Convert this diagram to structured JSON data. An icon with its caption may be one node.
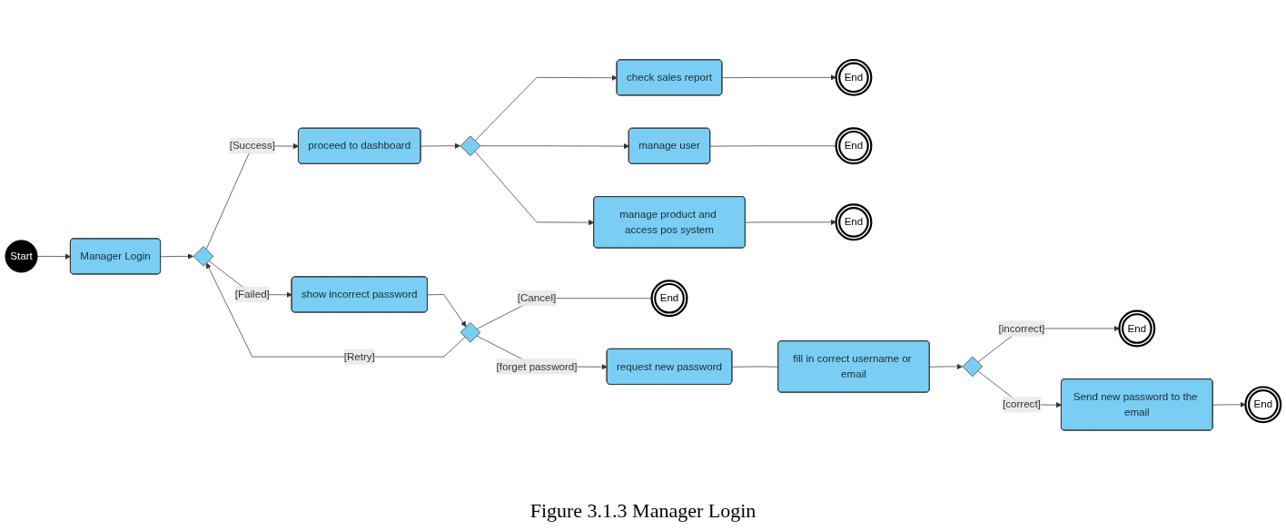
{
  "diagram": {
    "caption": "Figure 3.1.3 Manager Login",
    "nodes": [
      {
        "text": [
          "End"
        ]
      },
      {
        "text": [
          "Start"
        ]
      },
      {
        "text": [
          "manage user"
        ]
      },
      {
        "text": [
          "Manager Login"
        ]
      },
      {
        "text": [
          "End"
        ]
      },
      {
        "text": [
          "check sales report"
        ]
      },
      {
        "text": [],
        "shape": "diamond"
      },
      {
        "text": [
          "proceed to dashboard"
        ]
      },
      {
        "text": [],
        "shape": "diamond"
      },
      {
        "text": [
          "show incorrect password"
        ]
      },
      {
        "text": [],
        "shape": "diamond"
      },
      {
        "text": [
          "request new password"
        ]
      },
      {
        "text": [
          "fill in correct username or email"
        ]
      },
      {
        "text": [
          "End"
        ]
      },
      {
        "text": [
          "manage product and access pos system"
        ]
      },
      {
        "text": [
          "End"
        ]
      },
      {
        "text": [
          "End"
        ]
      },
      {
        "text": [],
        "shape": "diamond"
      },
      {
        "text": [
          "Send new password to the email"
        ]
      },
      {
        "text": [
          "End"
        ]
      }
    ],
    "edges": [
      {
        "from": 1,
        "to": 3,
        "arrow": "to"
      },
      {
        "from": 3,
        "to": 8,
        "arrow": "to"
      },
      {
        "from": 8,
        "to": 7,
        "arrow": "to",
        "label": "[Success]"
      },
      {
        "from": 8,
        "to": 9,
        "arrow": "to",
        "label": "[Failed]"
      },
      {
        "from": 9,
        "to": 10,
        "arrow": "to"
      },
      {
        "from": 10,
        "to": 8,
        "arrow": "to",
        "label": "[Retry]"
      },
      {
        "from": 10,
        "to": 4,
        "arrow": "none",
        "label": "[Cancel]"
      },
      {
        "from": 10,
        "to": 11,
        "arrow": "to",
        "label": "[forget password]"
      },
      {
        "from": 7,
        "to": 6,
        "arrow": "to"
      },
      {
        "from": 6,
        "to": 5,
        "arrow": "to"
      },
      {
        "from": 6,
        "to": 2,
        "arrow": "to"
      },
      {
        "from": 6,
        "to": 14,
        "arrow": "to"
      },
      {
        "from": 2,
        "to": 0,
        "arrow": "none"
      },
      {
        "from": 5,
        "to": 13,
        "arrow": "to"
      },
      {
        "from": 14,
        "to": 15,
        "arrow": "to"
      },
      {
        "from": 11,
        "to": 12,
        "arrow": "none"
      },
      {
        "from": 12,
        "to": 17,
        "arrow": "to"
      },
      {
        "from": 17,
        "to": 16,
        "arrow": "to",
        "label": "[incorrect]"
      },
      {
        "from": 17,
        "to": 18,
        "arrow": "to",
        "label": "[correct]"
      },
      {
        "from": 18,
        "to": 19,
        "arrow": "to"
      }
    ]
  }
}
